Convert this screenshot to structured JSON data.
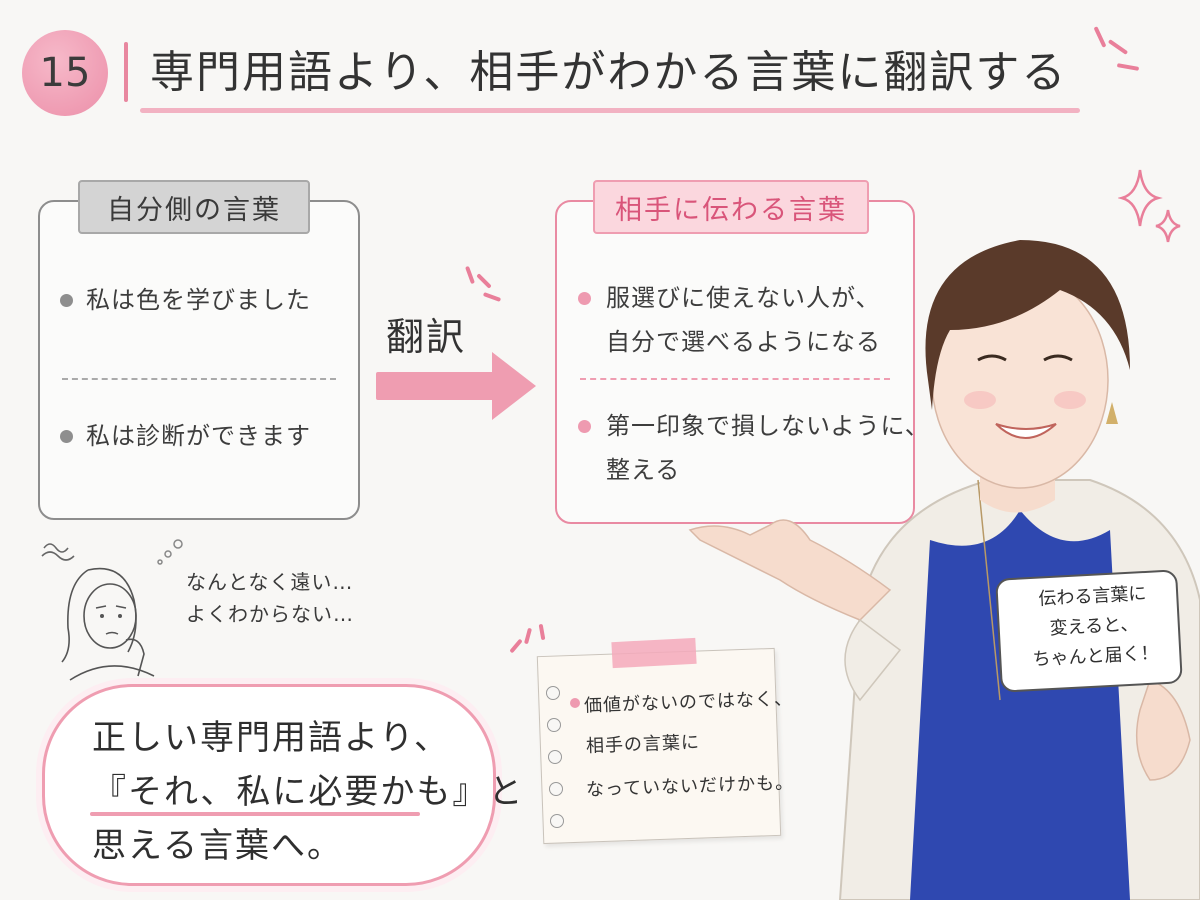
{
  "header": {
    "number": "15",
    "title": "専門用語より、相手がわかる言葉に翻訳する"
  },
  "left_box": {
    "tab": "自分側の言葉",
    "items": [
      "私は色を学びました",
      "私は診断ができます"
    ]
  },
  "arrow": {
    "label": "翻訳"
  },
  "right_box": {
    "tab": "相手に伝わる言葉",
    "items": [
      {
        "line1": "服選びに使えない人が、",
        "line2": "自分で選べるようになる"
      },
      {
        "line1": "第一印象で損しないように、",
        "line2": "整える"
      }
    ]
  },
  "thought": {
    "line1": "なんとなく遠い…",
    "line2": "よくわからない…"
  },
  "cloud": {
    "line1": "正しい専門用語より、",
    "line2": "『それ、私に必要かも』と",
    "line3": "思える言葉へ。"
  },
  "memo": {
    "line1": "価値がないのではなく、",
    "line2": "相手の言葉に",
    "line3": "なっていないだけかも。"
  },
  "card": {
    "line1": "伝わる言葉に",
    "line2": "変えると、",
    "line3": "ちゃんと届く！"
  },
  "colors": {
    "accent_pink": "#ef9db1",
    "deep_pink": "#d9557a",
    "gray_border": "#8d8d8d",
    "blouse_blue": "#2f48b0"
  }
}
